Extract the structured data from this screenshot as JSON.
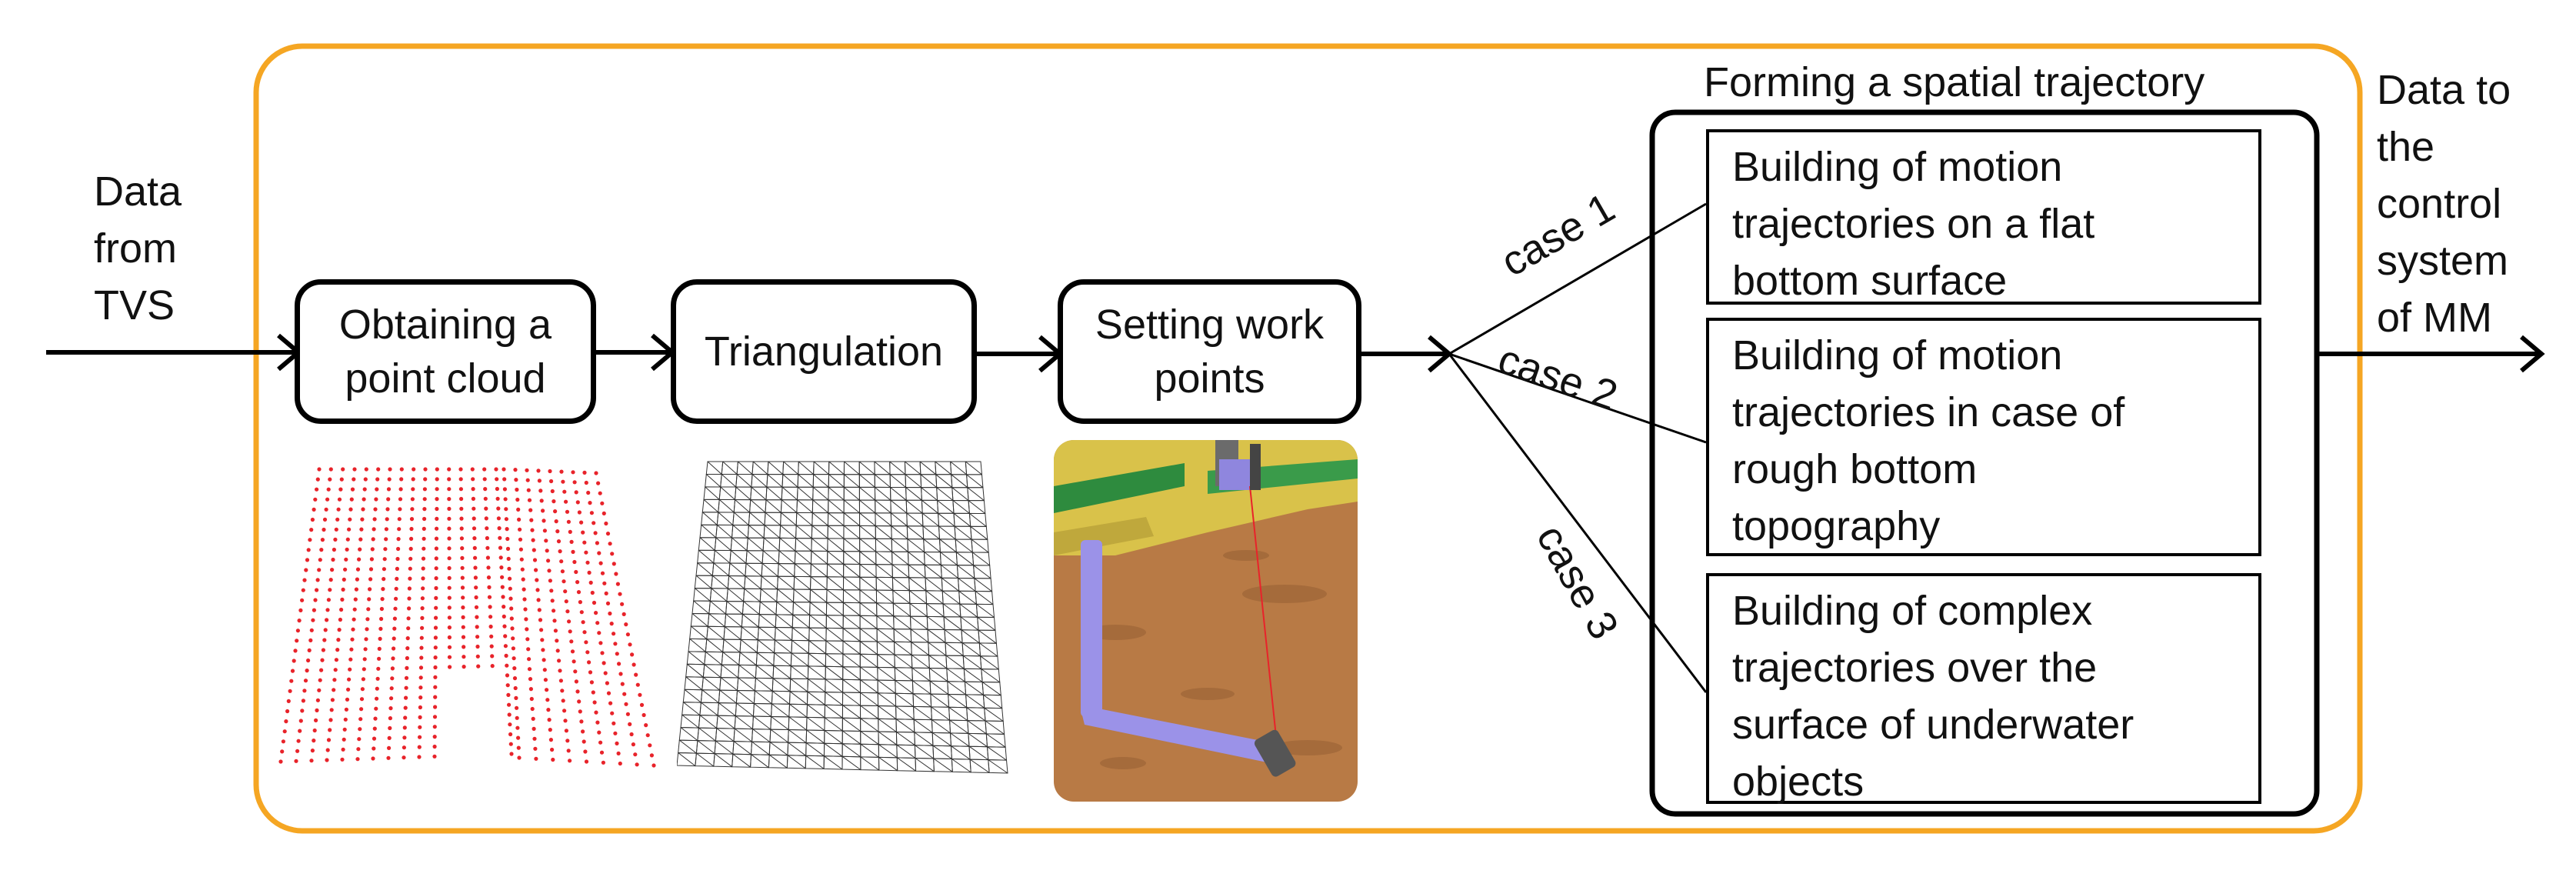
{
  "input_label": "Data\nfrom\nTVS",
  "output_label": "Data to\nthe\ncontrol\nsystem\nof MM",
  "steps": [
    {
      "label": "Obtaining a\npoint cloud"
    },
    {
      "label": "Triangulation"
    },
    {
      "label": "Setting work\npoints"
    }
  ],
  "trajectory_group": {
    "title": "Forming a spatial trajectory",
    "cases": [
      {
        "label": "case 1",
        "description": "Building of motion\ntrajectories on a flat\nbottom surface"
      },
      {
        "label": "case 2",
        "description": "Building of motion\ntrajectories in case of\nrough bottom\ntopography"
      },
      {
        "label": "case 3",
        "description": "Building of complex\ntrajectories over the\nsurface of underwater\nobjects"
      }
    ]
  },
  "colors": {
    "outer_frame": "#F5A623",
    "point_cloud": "#E8232A",
    "mesh": "#333333",
    "seabed": "#B87A45",
    "manipulator": "#9B92E8"
  },
  "icons": [
    "point-cloud-image",
    "triangulation-mesh-image",
    "work-points-render-image"
  ]
}
